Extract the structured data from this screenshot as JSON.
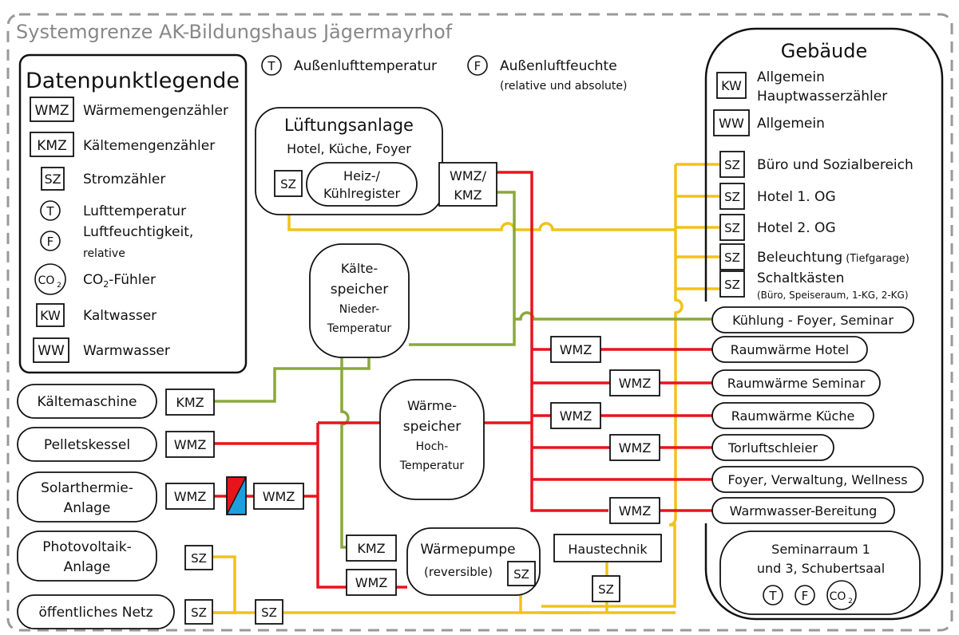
{
  "title": "Systemgrenze AK-Bildungshaus Jägermayrhof",
  "colors": {
    "heat": "#e8141b",
    "cold": "#8aa83c",
    "power": "#f2c21b",
    "border": "#999999",
    "hx_red": "#e8141b",
    "hx_blue": "#1ea0dc"
  },
  "legend": {
    "title": "Datenpunktlegende",
    "items": [
      {
        "sym": "WMZ",
        "text": "Wärmemengenzähler"
      },
      {
        "sym": "KMZ",
        "text": "Kältemengenzähler"
      },
      {
        "sym": "SZ",
        "text": "Stromzähler"
      },
      {
        "sym": "T",
        "text": "Lufttemperatur"
      },
      {
        "sym": "F",
        "text1": "Luftfeuchtigkeit,",
        "text2": "relative"
      },
      {
        "sym": "CO",
        "sub": "2",
        "text": "CO",
        "text_sub": "2",
        "text_rest": "-Fühler"
      },
      {
        "sym": "KW",
        "text": "Kaltwasser"
      },
      {
        "sym": "WW",
        "text": "Warmwasser"
      }
    ]
  },
  "outdoor": {
    "t_sym": "T",
    "t_label": "Außenlufttemperatur",
    "f_sym": "F",
    "f_label": "Außenluftfeuchte",
    "f_sub": "(relative und absolute)"
  },
  "lueftung": {
    "title": "Lüftungsanlage",
    "sub": "Hotel, Küche, Foyer",
    "sz": "SZ",
    "reg1": "Heiz-/",
    "reg2": "Kühlregister",
    "m1": "WMZ/",
    "m2": "KMZ"
  },
  "kaltespeicher": {
    "l1": "Kälte-",
    "l2": "speicher",
    "l3": "Nieder-",
    "l4": "Temperatur"
  },
  "waermespeicher": {
    "l1": "Wärme-",
    "l2": "speicher",
    "l3": "Hoch-",
    "l4": "Temperatur"
  },
  "sources": {
    "kaeltemaschine": "Kältemaschine",
    "kmz": "KMZ",
    "pellets": "Pelletskessel",
    "pellets_wmz": "WMZ",
    "solar1": "Solarthermie-",
    "solar2": "Anlage",
    "solar_wmz1": "WMZ",
    "solar_wmz2": "WMZ",
    "pv1": "Photovoltaik-",
    "pv2": "Anlage",
    "pv_sz": "SZ",
    "netz": "öffentliches Netz",
    "netz_sz1": "SZ",
    "netz_sz2": "SZ"
  },
  "waermepumpe": {
    "l1": "Wärmepumpe",
    "l2": "(reversible)",
    "sz": "SZ",
    "kmz": "KMZ",
    "wmz": "WMZ"
  },
  "haustechnik": {
    "label": "Haustechnik",
    "sz": "SZ"
  },
  "consumers": {
    "kuehlung": "Kühlung - Foyer, Seminar",
    "hotel": "Raumwärme Hotel",
    "hotel_wmz": "WMZ",
    "seminar": "Raumwärme Seminar",
    "seminar_wmz": "WMZ",
    "kueche": "Raumwärme Küche",
    "kueche_wmz": "WMZ",
    "tor": "Torluftschleier",
    "tor_wmz": "WMZ",
    "foyer": "Foyer, Verwaltung, Wellness",
    "ww": "Warmwasser-Bereitung",
    "ww_wmz": "WMZ"
  },
  "gebaeude": {
    "title": "Gebäude",
    "kw_sym": "KW",
    "kw1": "Allgemein",
    "kw2": "Hauptwasserzähler",
    "ww_sym": "WW",
    "ww1": "Allgemein",
    "sz": "SZ",
    "buero": "Büro und Sozialbereich",
    "hotel1": "Hotel 1. OG",
    "hotel2": "Hotel 2. OG",
    "bel1": "Beleuchtung",
    "bel2": "(Tiefgarage)",
    "sch1": "Schaltkästen",
    "sch2": "(Büro, Speiseraum, 1-KG, 2-KG)",
    "sem1": "Seminarraum 1",
    "sem2": "und 3, Schubertsaal",
    "t": "T",
    "f": "F",
    "co": "CO",
    "co_sub": "2"
  }
}
